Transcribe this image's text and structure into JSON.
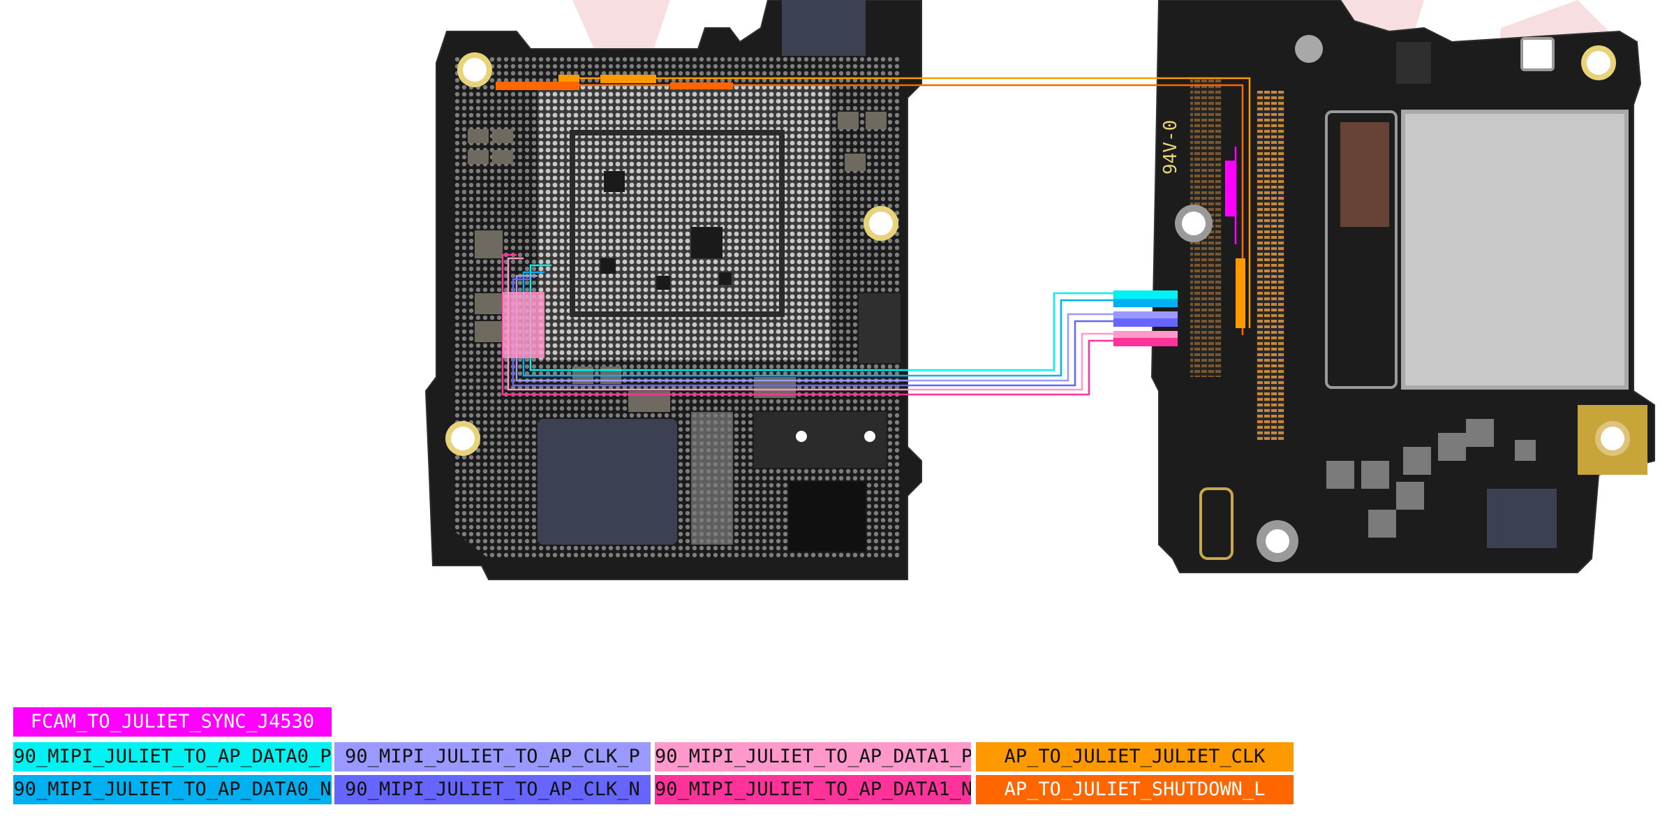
{
  "signals": [
    {
      "id": "fcam_sync",
      "label": "FCAM_TO_JULIET_SYNC_J4530",
      "color": "#ff00ff",
      "text_color": "#ffffff"
    },
    {
      "id": "data0_p",
      "label": "90_MIPI_JULIET_TO_AP_DATA0_P",
      "color": "#00f2f2",
      "text_color": "#111111"
    },
    {
      "id": "data0_n",
      "label": "90_MIPI_JULIET_TO_AP_DATA0_N",
      "color": "#00b0f0",
      "text_color": "#111111"
    },
    {
      "id": "clk_p",
      "label": "90_MIPI_JULIET_TO_AP_CLK_P",
      "color": "#9999ff",
      "text_color": "#111111"
    },
    {
      "id": "clk_n",
      "label": "90_MIPI_JULIET_TO_AP_CLK_N",
      "color": "#6666ff",
      "text_color": "#111111"
    },
    {
      "id": "data1_p",
      "label": "90_MIPI_JULIET_TO_AP_DATA1_P",
      "color": "#ff99cc",
      "text_color": "#111111"
    },
    {
      "id": "data1_n",
      "label": "90_MIPI_JULIET_TO_AP_DATA1_N",
      "color": "#ff3399",
      "text_color": "#111111"
    },
    {
      "id": "juliet_clk",
      "label": "AP_TO_JULIET_JULIET_CLK",
      "color": "#ff9900",
      "text_color": "#111111"
    },
    {
      "id": "shutdown_l",
      "label": "AP_TO_JULIET_SHUTDOWN_L",
      "color": "#ff6600",
      "text_color": "#ffffff"
    }
  ],
  "board": {
    "silkscreen_label": "94V-0",
    "pcb_color": "#1a1a1a",
    "chip_grid_color": "#bfbfbf",
    "hole_ring_color": "#e8d27a"
  }
}
